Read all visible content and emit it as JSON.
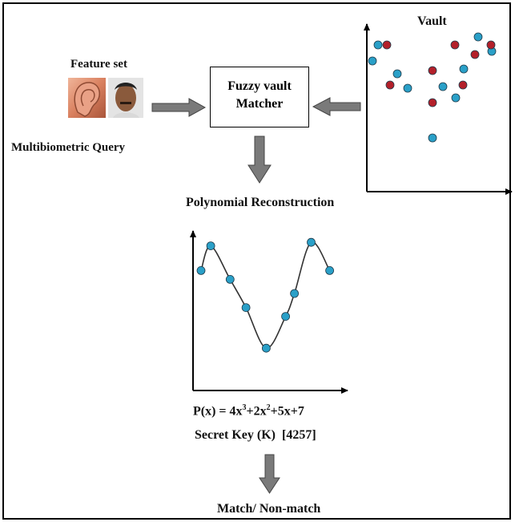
{
  "labels": {
    "feature_set": "Feature set",
    "multibiometric_query": "Multibiometric Query",
    "matcher_line1": "Fuzzy vault",
    "matcher_line2": "Matcher",
    "vault": "Vault",
    "polynomial_reconstruction": "Polynomial Reconstruction",
    "polynomial": "P(x) = 4x",
    "poly_exp1": "3",
    "poly_mid": "+2x",
    "poly_exp2": "2",
    "poly_tail": "+5x+7",
    "secret_key": "Secret Key (K)  [4257]",
    "result": "Match/ Non-match"
  },
  "images": {
    "ear": "ear-image",
    "face": "face-image"
  },
  "colors": {
    "genuine_point": "#2aa0c8",
    "chaff_point": "#b3202a",
    "arrow": "#7a7a7a",
    "curve": "#333333"
  },
  "chart_data": [
    {
      "type": "scatter",
      "title": "Vault",
      "series": [
        {
          "role": "genuine",
          "color": "#2aa0c8",
          "points": [
            [
              1,
              8.2
            ],
            [
              1.7,
              9.2
            ],
            [
              4.1,
              7.4
            ],
            [
              5.4,
              6.5
            ],
            [
              8.5,
              3.4
            ],
            [
              9.8,
              6.6
            ],
            [
              11.4,
              5.9
            ],
            [
              12.4,
              7.7
            ],
            [
              14.2,
              9.7
            ],
            [
              15.9,
              8.8
            ]
          ]
        },
        {
          "role": "chaff",
          "color": "#b3202a",
          "points": [
            [
              2.8,
              9.2
            ],
            [
              3.2,
              6.7
            ],
            [
              8.5,
              7.6
            ],
            [
              8.5,
              5.6
            ],
            [
              11.3,
              9.2
            ],
            [
              12.3,
              6.7
            ],
            [
              13.8,
              8.6
            ],
            [
              15.8,
              9.2
            ]
          ]
        }
      ]
    },
    {
      "type": "line",
      "title": "Polynomial Reconstruction",
      "points": [
        [
          0,
          6.8
        ],
        [
          1.1,
          8.2
        ],
        [
          3.3,
          6.3
        ],
        [
          5.1,
          4.7
        ],
        [
          7.4,
          2.4
        ],
        [
          9.6,
          4.2
        ],
        [
          10.6,
          5.5
        ],
        [
          12.5,
          8.4
        ],
        [
          14.6,
          6.8
        ]
      ]
    }
  ]
}
